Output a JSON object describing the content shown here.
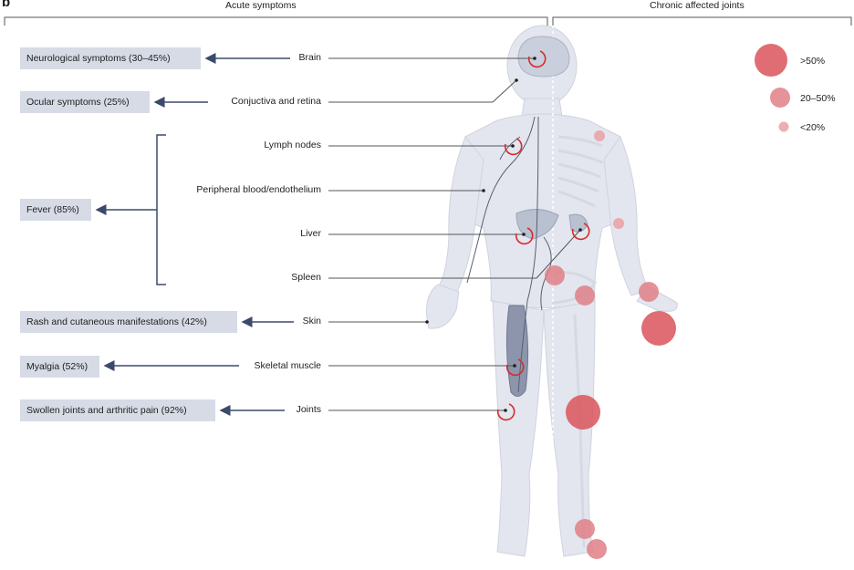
{
  "panel_letter": "b",
  "headers": {
    "acute": "Acute symptoms",
    "chronic": "Chronic affected joints"
  },
  "symptoms": [
    {
      "label": "Neurological symptoms (30–45%)"
    },
    {
      "label": "Ocular symptoms  (25%)"
    },
    {
      "label": "Fever (85%)"
    },
    {
      "label": "Rash and cutaneous manifestations (42%)"
    },
    {
      "label": "Myalgia (52%)"
    },
    {
      "label": "Swollen joints and arthritic pain (92%)"
    }
  ],
  "organs": [
    {
      "label": "Brain"
    },
    {
      "label": "Conjuctiva and retina"
    },
    {
      "label": "Lymph nodes"
    },
    {
      "label": "Peripheral blood/endothelium"
    },
    {
      "label": "Liver"
    },
    {
      "label": "Spleen"
    },
    {
      "label": "Skin"
    },
    {
      "label": "Skeletal muscle"
    },
    {
      "label": "Joints"
    }
  ],
  "legend": [
    {
      "label": ">50%"
    },
    {
      "label": "20–50%"
    },
    {
      "label": "<20%"
    }
  ],
  "colors": {
    "box_fill": "#d6dbe6",
    "arrow": "#3b4a6b",
    "body": "#e3e6ee",
    "joint_large": "#d9535a",
    "joint_medium": "#e07f86",
    "joint_small": "#ea9fa4",
    "infection_marker": "#d62b2b",
    "vessel": "#5a6072"
  }
}
